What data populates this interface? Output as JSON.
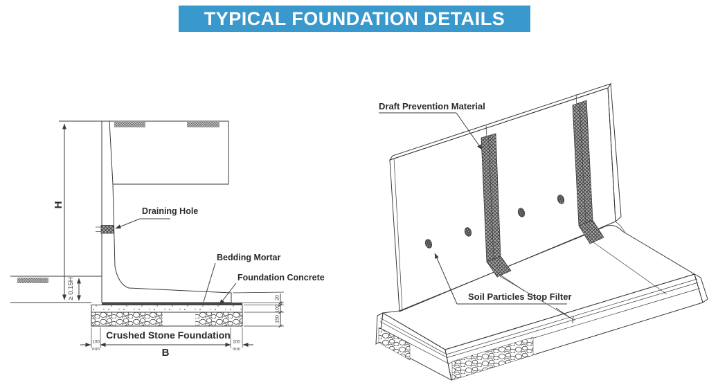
{
  "title": {
    "text": "TYPICAL FOUNDATION DETAILS",
    "bg_color": "#3998cc",
    "text_color": "#ffffff"
  },
  "colors": {
    "line": "#3a3a3a",
    "banner_bg": "#3998cc"
  },
  "left_diagram": {
    "name": "foundation cross-section",
    "labels": {
      "h": "H",
      "min_embed": "≥ 0.15H",
      "draining_hole": "Draining Hole",
      "bedding_mortar": "Bedding Mortar",
      "foundation_concrete": "Foundation Concrete",
      "crushed_stone": "Crushed Stone Foundation",
      "b": "B"
    },
    "dims": {
      "bedding_thickness": "20",
      "concrete_thickness": "100",
      "stone_thickness": "150",
      "edge_offset_value": "100",
      "edge_offset_unit": "mm"
    }
  },
  "right_diagram": {
    "name": "foundation isometric view",
    "labels": {
      "draft_prevention": "Draft Prevention Material",
      "soil_filter": "Soil Particles Stop Filter"
    }
  }
}
